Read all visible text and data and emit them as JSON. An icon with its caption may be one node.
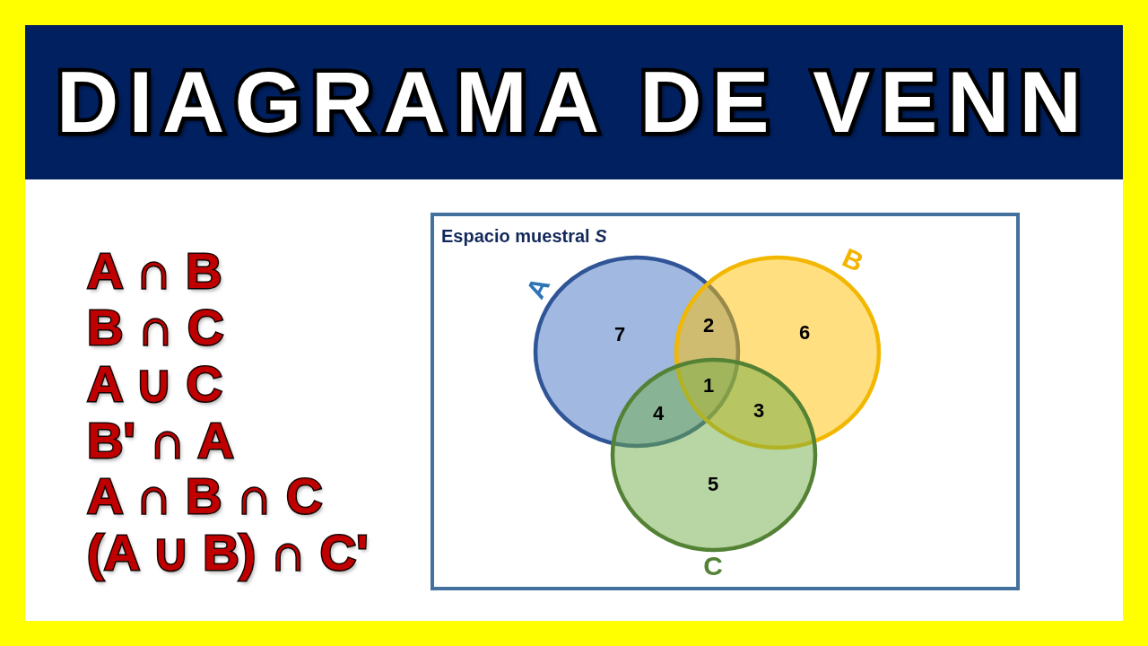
{
  "diagram": {
    "title": "DIAGRAMA DE VENN",
    "nodes": [
      {
        "text": [
          "Espacio muestral *S*"
        ]
      },
      {
        "text": [
          "A"
        ],
        "in": 0
      },
      {
        "text": [
          "B"
        ],
        "in": 0
      },
      {
        "text": [
          "C"
        ],
        "in": 0
      }
    ],
    "labels": [
      "A ∩ B",
      "B ∩ C",
      "A ∪ C",
      "B' ∩ A",
      "A ∩ B ∩ C",
      "(A ∪ B) ∩ C'",
      "7",
      "2",
      "6",
      "1",
      "4",
      "3",
      "5"
    ]
  }
}
